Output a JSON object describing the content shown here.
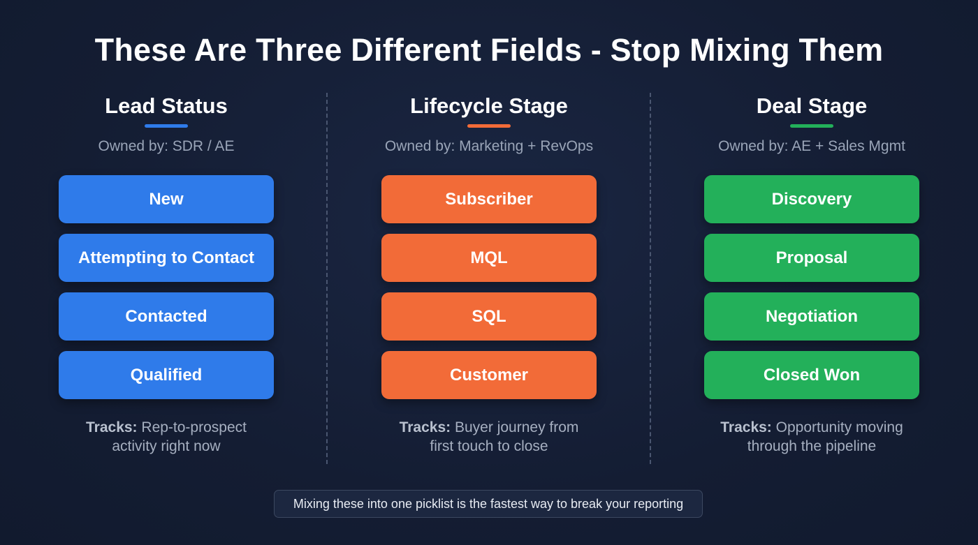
{
  "title": "These Are Three Different Fields - Stop Mixing Them",
  "columns": [
    {
      "title": "Lead Status",
      "accent_color": "#2f7bea",
      "owner": "Owned by: SDR / AE",
      "stages": [
        "New",
        "Attempting to Contact",
        "Contacted",
        "Qualified"
      ],
      "tracks_label": "Tracks:",
      "tracks_line1": "Rep-to-prospect",
      "tracks_line2": "activity right now"
    },
    {
      "title": "Lifecycle Stage",
      "accent_color": "#f26b38",
      "owner": "Owned by: Marketing + RevOps",
      "stages": [
        "Subscriber",
        "MQL",
        "SQL",
        "Customer"
      ],
      "tracks_label": "Tracks:",
      "tracks_line1": "Buyer journey from",
      "tracks_line2": "first touch to close"
    },
    {
      "title": "Deal Stage",
      "accent_color": "#23b05a",
      "owner": "Owned by: AE + Sales Mgmt",
      "stages": [
        "Discovery",
        "Proposal",
        "Negotiation",
        "Closed Won"
      ],
      "tracks_label": "Tracks:",
      "tracks_line1": "Opportunity moving",
      "tracks_line2": "through the pipeline"
    }
  ],
  "footer": "Mixing these into one picklist is the fastest way to break your reporting"
}
